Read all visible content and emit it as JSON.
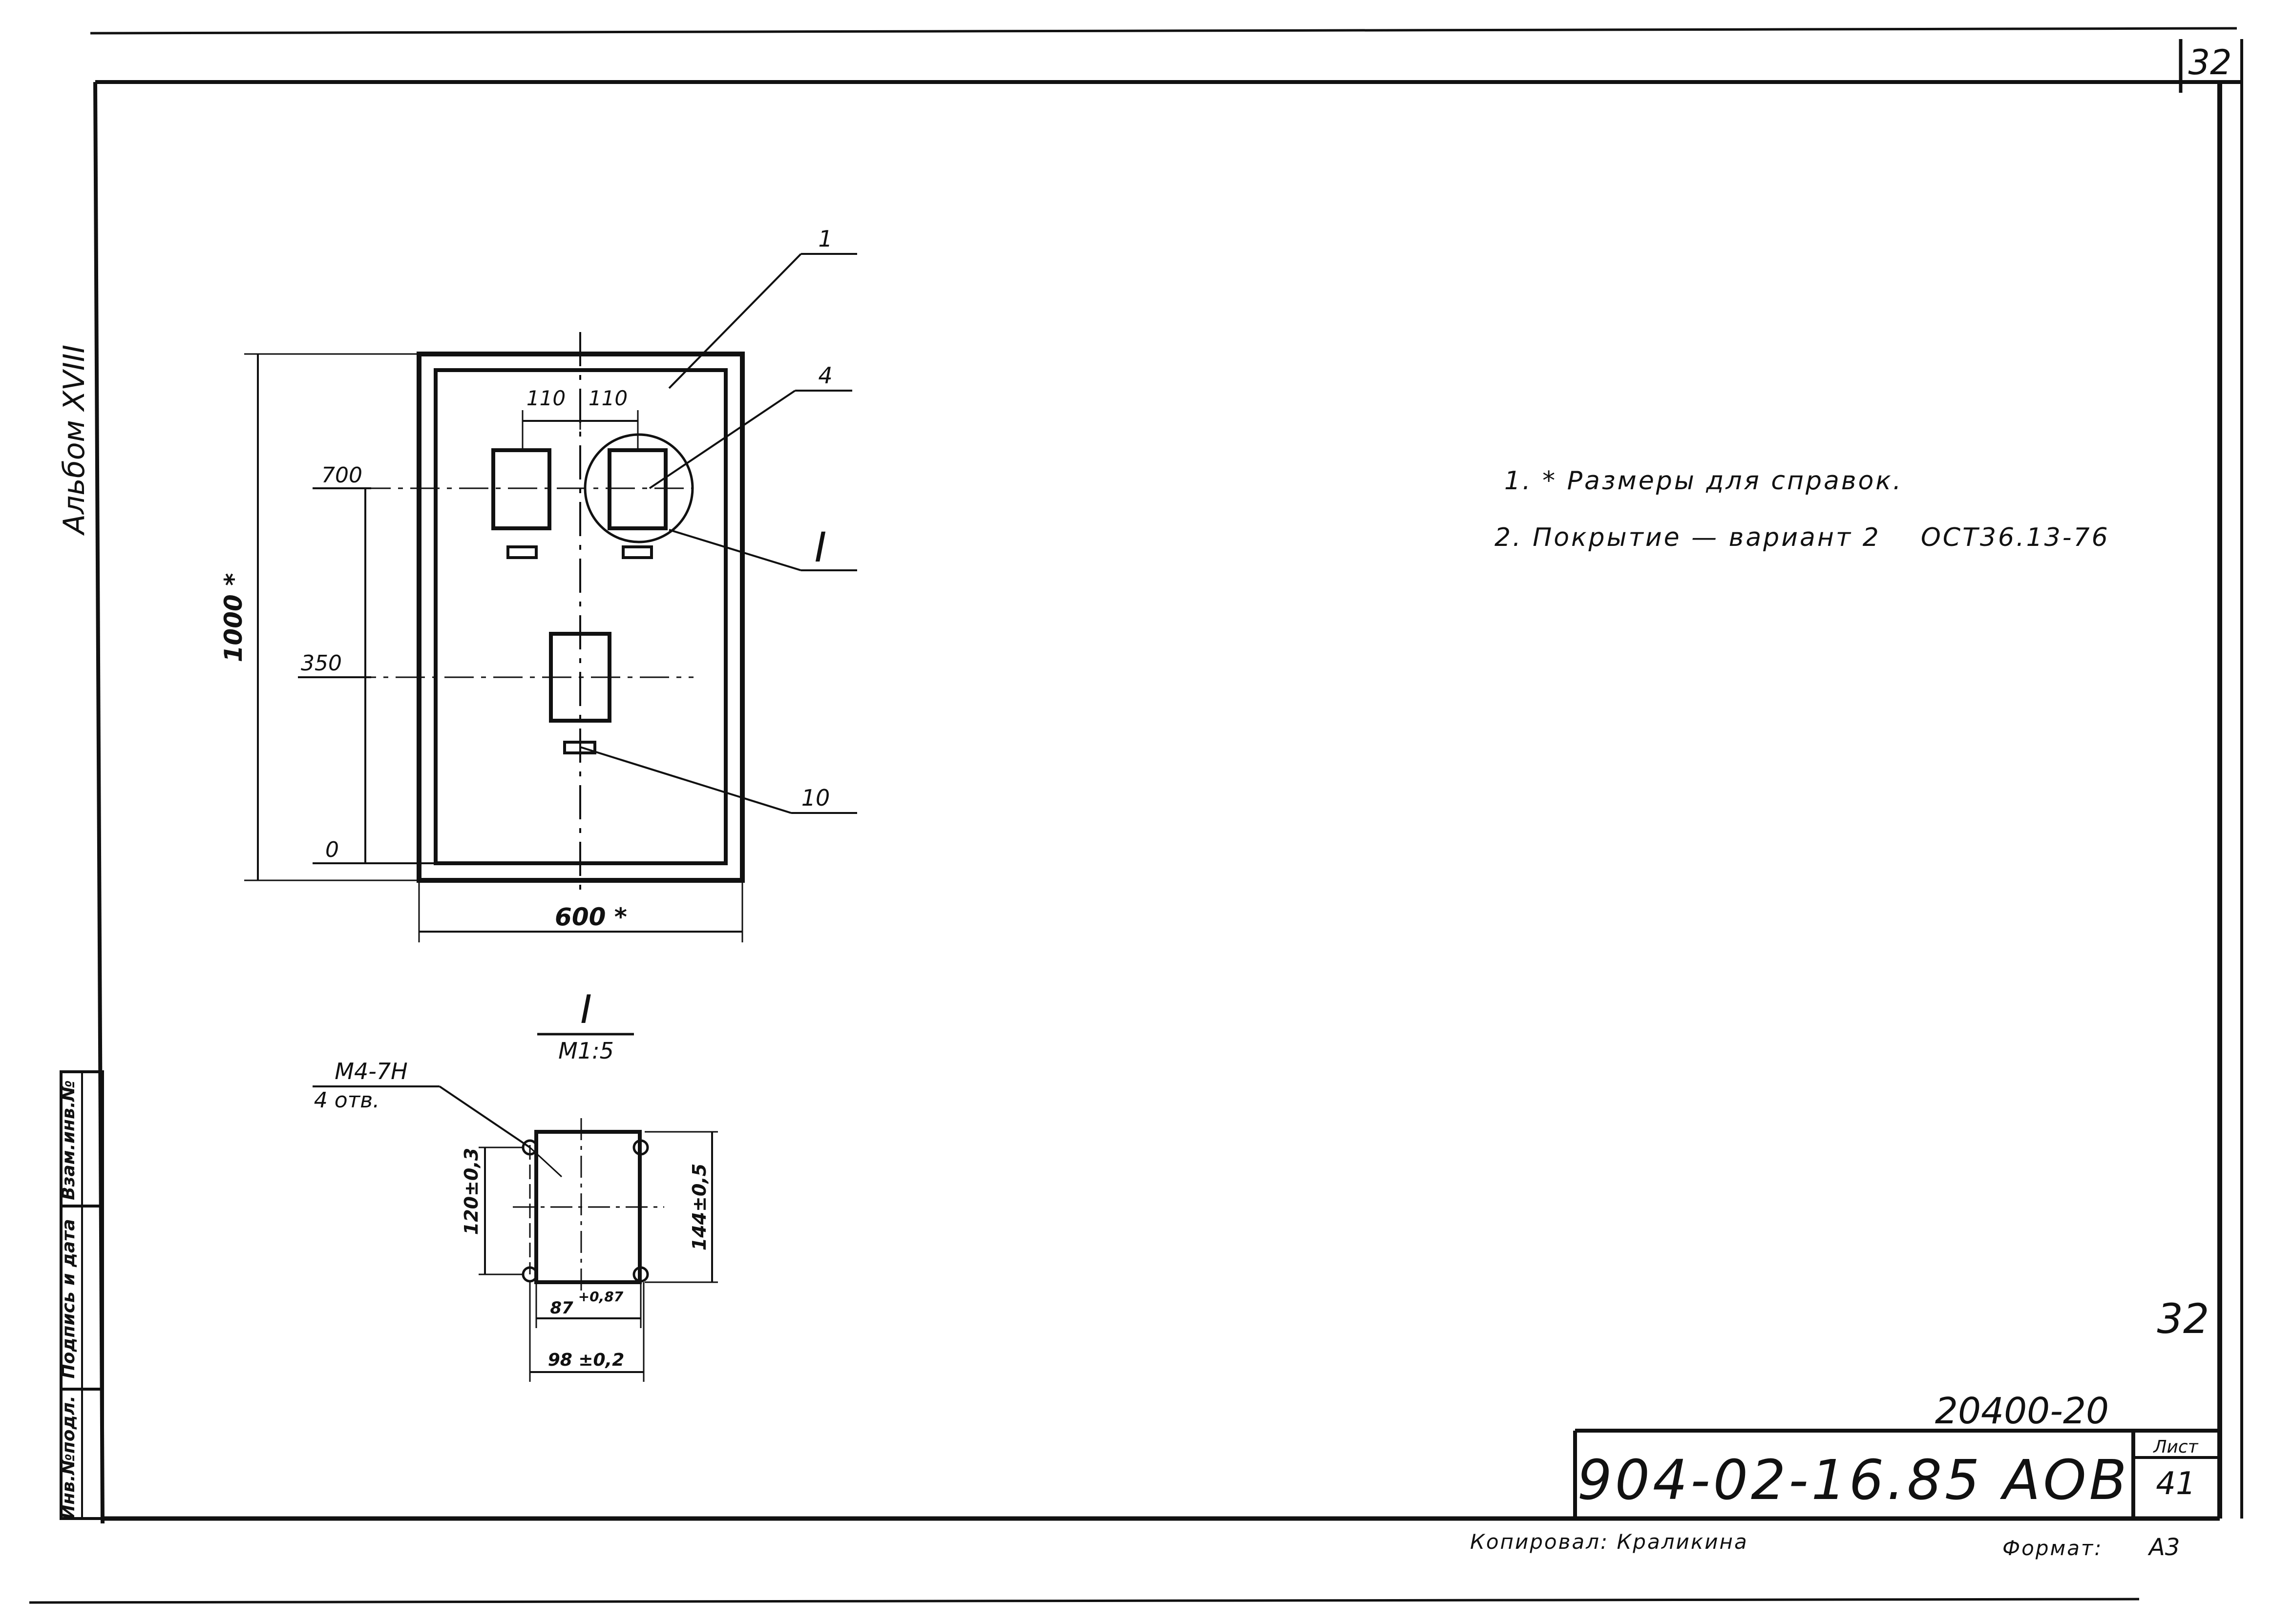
{
  "sheet_corner_number": "32",
  "album": "Альбом XVIII",
  "stamp_columns": [
    "Инв.№подл.",
    "Подпись и дата",
    "Взам.инв.№"
  ],
  "main_view": {
    "callout_1": "1",
    "callout_4": "4",
    "callout_10": "10",
    "section_mark": "I",
    "dim_110_left": "110",
    "dim_110_right": "110",
    "level_700": "700",
    "level_350": "350",
    "level_0": "0",
    "height_dim": "1000 *",
    "width_dim": "600 *"
  },
  "detail_view": {
    "title": "I",
    "scale": "М1:5",
    "thread": "М4-7Н",
    "holes": "4 отв.",
    "dim_vertical_left": "120±0,3",
    "dim_vertical_right": "144±0,5",
    "dim_bottom_inner": "87",
    "dim_bottom_inner_tol": "+0,87",
    "dim_bottom_outer": "98 ±0,2"
  },
  "notes": [
    "1. * Размеры для справок.",
    "2. Покрытие — вариант 2    ОСТ36.13-76"
  ],
  "title_block": {
    "page_number": "32",
    "inventory_number": "20400-20",
    "designation": "904-02-16.85 АОВ",
    "sheet_label": "Лист",
    "sheet_number": "41"
  },
  "footer": {
    "copied_by": "Копировал: Краликина",
    "format_label": "Формат:",
    "format_value": "А3"
  }
}
